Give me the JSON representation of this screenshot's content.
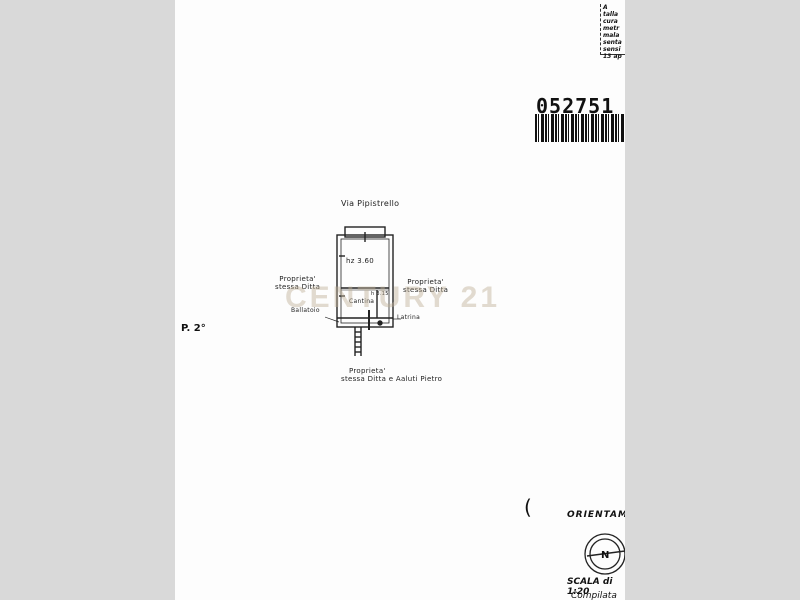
{
  "document": {
    "type": "cadastral floor plan",
    "street": "Via Pipistrello",
    "floor_label": "P. 2°",
    "rooms": [
      {
        "name": "main-room",
        "label": "hz 3.60"
      },
      {
        "name": "cantina",
        "label": "Cantina"
      },
      {
        "name": "height-small",
        "label": "h 3.15"
      }
    ],
    "labels": {
      "left_neighbor": [
        "Proprieta'",
        "stessa Ditta"
      ],
      "right_neighbor": [
        "Proprieta'",
        "stessa Ditta"
      ],
      "bottom_neighbor": [
        "Proprieta'",
        "stessa Ditta e Aaluti Pietro"
      ],
      "ballatoio": "Ballatoio",
      "latrina": "Latrina"
    },
    "registry_code": "052751",
    "notice_text": [
      "A",
      "talla",
      "cura",
      "metr",
      "mala",
      "senta",
      "sensi",
      "13 ap"
    ],
    "orientation_label": "ORIENTAM",
    "compass_label": "N",
    "scale_label": "SCALA di 1:20",
    "compiled_label": "Compilata",
    "watermark": "CENTURY 21"
  },
  "colors": {
    "paper": "#fdfdfd",
    "ink": "#222222",
    "margin": "#d9d9d9",
    "watermark": "#beaf96"
  }
}
